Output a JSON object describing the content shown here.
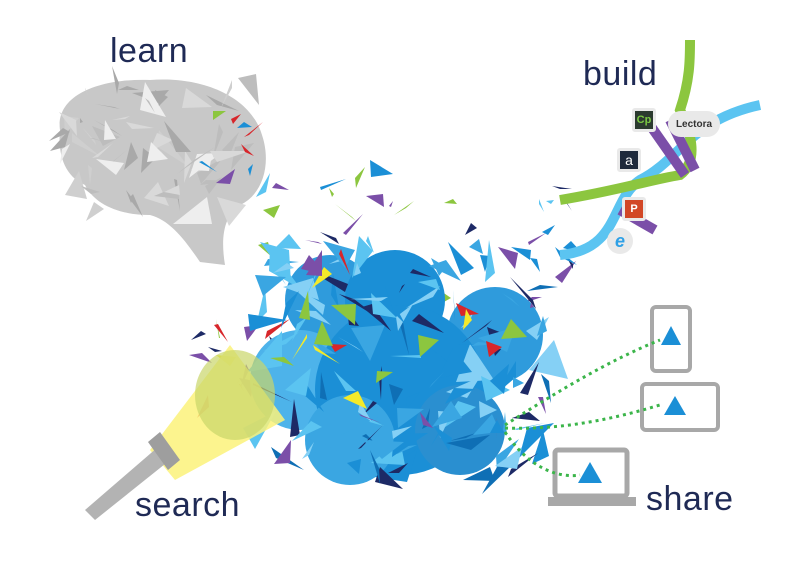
{
  "labels": {
    "learn": "learn",
    "build": "build",
    "search": "search",
    "share": "share"
  },
  "tool_icons": {
    "captivate": "Cp",
    "lectora": "Lectora",
    "articulate": "a",
    "powerpoint": "P",
    "ie": "e"
  },
  "colors": {
    "text": "#1f2a55",
    "blue": "#1b8fd6",
    "light_blue": "#5bc4f1",
    "navy": "#1d2a66",
    "green": "#8cc63f",
    "purple": "#7b4fa8",
    "red": "#d7262b",
    "yellow": "#f4ea2a",
    "gray": "#b5b5b5"
  }
}
